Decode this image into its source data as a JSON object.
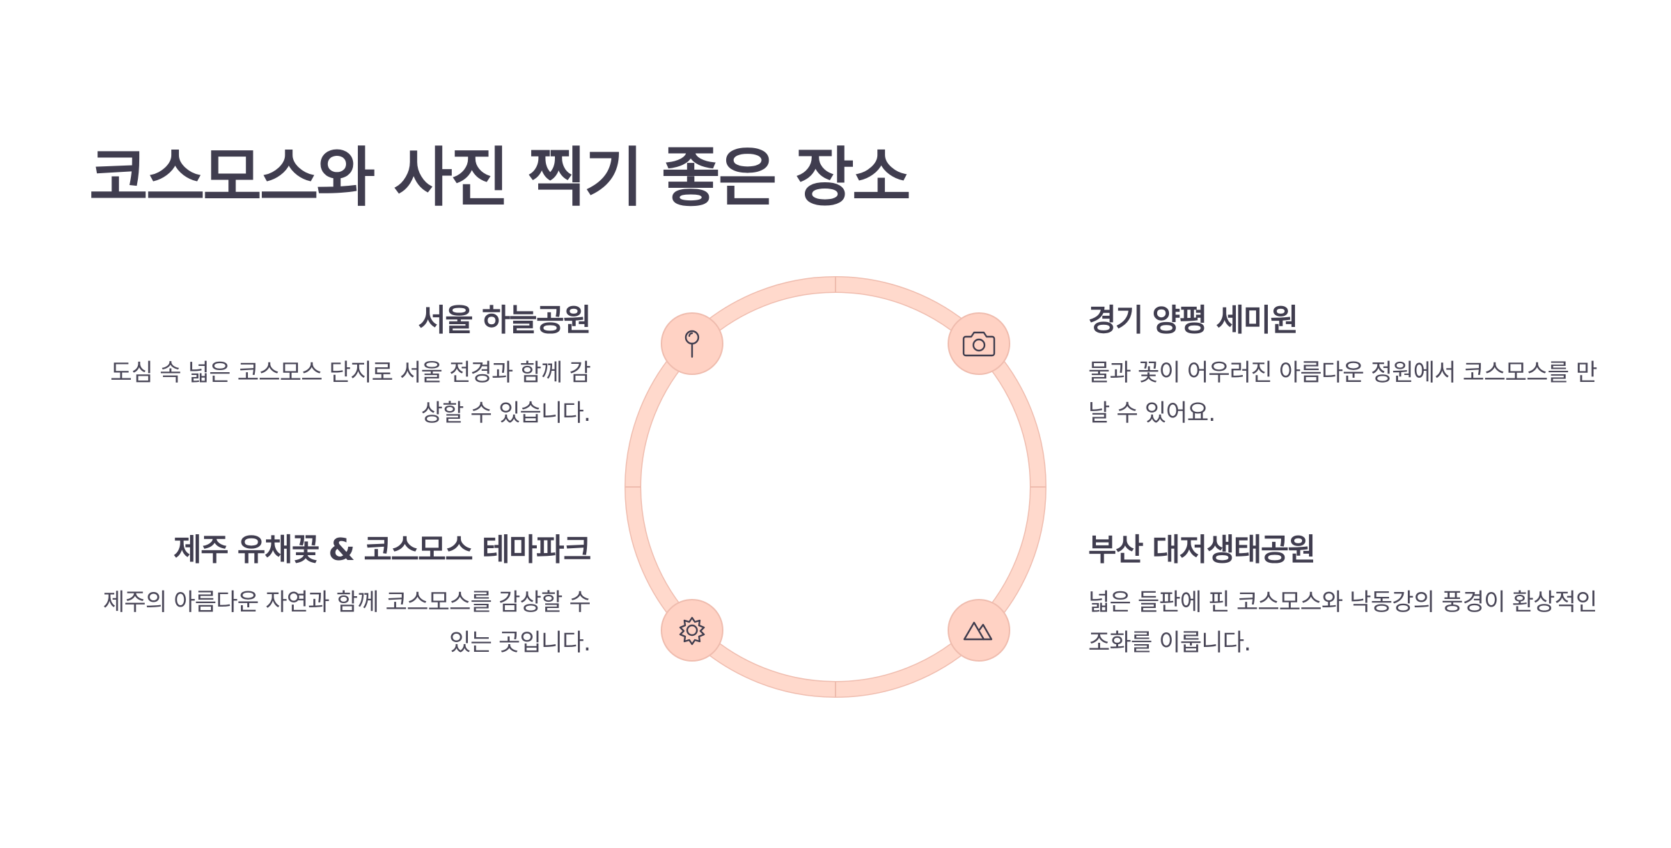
{
  "title": "코스모스와 사진 찍기 좋은 장소",
  "colors": {
    "ring": "#ffd9cc",
    "ring_stroke": "#efbcae",
    "node_fill": "#ffd2c4",
    "icon_stroke": "#3f3c4d",
    "text": "#403d4f"
  },
  "items": [
    {
      "heading": "서울 하늘공원",
      "description": "도심 속 넓은 코스모스 단지로 서울 전경과 함께 감상할 수 있습니다.",
      "icon": "map-pin-icon"
    },
    {
      "heading": "경기 양평 세미원",
      "description": "물과 꽃이 어우러진 아름다운 정원에서 코스모스를 만날 수 있어요.",
      "icon": "camera-icon"
    },
    {
      "heading": "제주 유채꽃 & 코스모스 테마파크",
      "description": "제주의 아름다운 자연과 함께 코스모스를 감상할 수 있는 곳입니다.",
      "icon": "sun-icon"
    },
    {
      "heading": "부산 대저생태공원",
      "description": "넓은 들판에 핀 코스모스와 낙동강의 풍경이 환상적인 조화를 이룹니다.",
      "icon": "mountain-icon"
    }
  ]
}
